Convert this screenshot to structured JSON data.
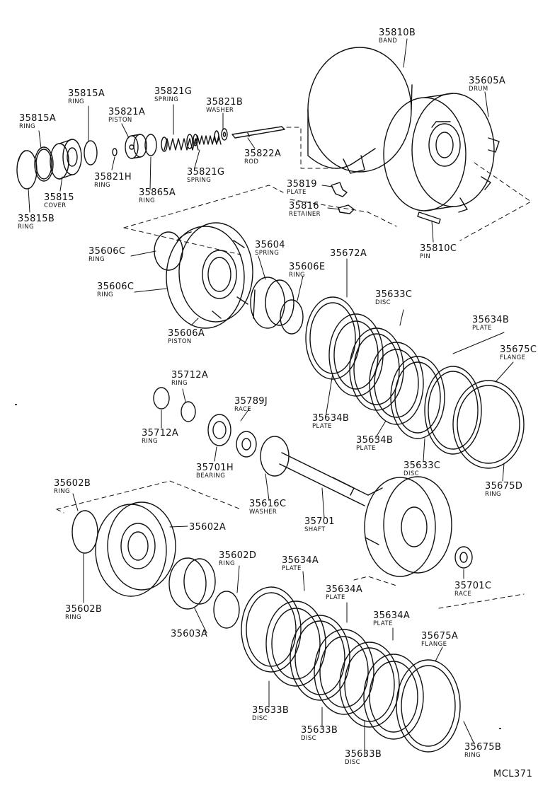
{
  "diagram_code": "MCL371",
  "parts": [
    {
      "id": "p35810B",
      "number": "35810B",
      "name": "BAND"
    },
    {
      "id": "p35605A",
      "number": "35605A",
      "name": "DRUM"
    },
    {
      "id": "p35815A_top",
      "number": "35815A",
      "name": "RING"
    },
    {
      "id": "p35821G_top",
      "number": "35821G",
      "name": "SPRING"
    },
    {
      "id": "p35821B",
      "number": "35821B",
      "name": "WASHER"
    },
    {
      "id": "p35815A_left",
      "number": "35815A",
      "name": "RING"
    },
    {
      "id": "p35821A",
      "number": "35821A",
      "name": "PISTON"
    },
    {
      "id": "p35822A",
      "number": "35822A",
      "name": "ROD"
    },
    {
      "id": "p35821H",
      "number": "35821H",
      "name": "RING"
    },
    {
      "id": "p35821G_bot",
      "number": "35821G",
      "name": "SPRING"
    },
    {
      "id": "p35819",
      "number": "35819",
      "name": "PLATE"
    },
    {
      "id": "p35815",
      "number": "35815",
      "name": "COVER"
    },
    {
      "id": "p35865A",
      "number": "35865A",
      "name": "RING"
    },
    {
      "id": "p35816",
      "number": "35816",
      "name": "RETAINER"
    },
    {
      "id": "p35815B",
      "number": "35815B",
      "name": "RING"
    },
    {
      "id": "p35810C",
      "number": "35810C",
      "name": "PIN"
    },
    {
      "id": "p35604",
      "number": "35604",
      "name": "SPRING"
    },
    {
      "id": "p35606C_top",
      "number": "35606C",
      "name": "RING"
    },
    {
      "id": "p35672A",
      "number": "35672A",
      "name": ""
    },
    {
      "id": "p35606E",
      "number": "35606E",
      "name": "RING"
    },
    {
      "id": "p35606C_bot",
      "number": "35606C",
      "name": "RING"
    },
    {
      "id": "p35633C_top",
      "number": "35633C",
      "name": "DISC"
    },
    {
      "id": "p35634B_right",
      "number": "35634B",
      "name": "PLATE"
    },
    {
      "id": "p35606A",
      "number": "35606A",
      "name": "PISTON"
    },
    {
      "id": "p35675C",
      "number": "35675C",
      "name": "FLANGE"
    },
    {
      "id": "p35712A_top",
      "number": "35712A",
      "name": "RING"
    },
    {
      "id": "p35789J",
      "number": "35789J",
      "name": "RACE"
    },
    {
      "id": "p35634B_left",
      "number": "35634B",
      "name": "PLATE"
    },
    {
      "id": "p35712A_bot",
      "number": "35712A",
      "name": "RING"
    },
    {
      "id": "p35634B_mid",
      "number": "35634B",
      "name": "PLATE"
    },
    {
      "id": "p35633C_bot",
      "number": "35633C",
      "name": "DISC"
    },
    {
      "id": "p35701H",
      "number": "35701H",
      "name": "BEARING"
    },
    {
      "id": "p35675D",
      "number": "35675D",
      "name": "RING"
    },
    {
      "id": "p35602B_top",
      "number": "35602B",
      "name": "RING"
    },
    {
      "id": "p35616C",
      "number": "35616C",
      "name": "WASHER"
    },
    {
      "id": "p35602A",
      "number": "35602A",
      "name": ""
    },
    {
      "id": "p35701",
      "number": "35701",
      "name": "SHAFT"
    },
    {
      "id": "p35602D",
      "number": "35602D",
      "name": "RING"
    },
    {
      "id": "p35634A_1",
      "number": "35634A",
      "name": "PLATE"
    },
    {
      "id": "p35701C",
      "number": "35701C",
      "name": "RACE"
    },
    {
      "id": "p35602B_bot",
      "number": "35602B",
      "name": "RING"
    },
    {
      "id": "p35634A_2",
      "number": "35634A",
      "name": "PLATE"
    },
    {
      "id": "p35634A_3",
      "number": "35634A",
      "name": "PLATE"
    },
    {
      "id": "p35603A",
      "number": "35603A",
      "name": ""
    },
    {
      "id": "p35675A",
      "number": "35675A",
      "name": "FLANGE"
    },
    {
      "id": "p35633B_1",
      "number": "35633B",
      "name": "DISC"
    },
    {
      "id": "p35633B_2",
      "number": "35633B",
      "name": "DISC"
    },
    {
      "id": "p35675B",
      "number": "35675B",
      "name": "RING"
    },
    {
      "id": "p35633B_3",
      "number": "35633B",
      "name": "DISC"
    }
  ]
}
